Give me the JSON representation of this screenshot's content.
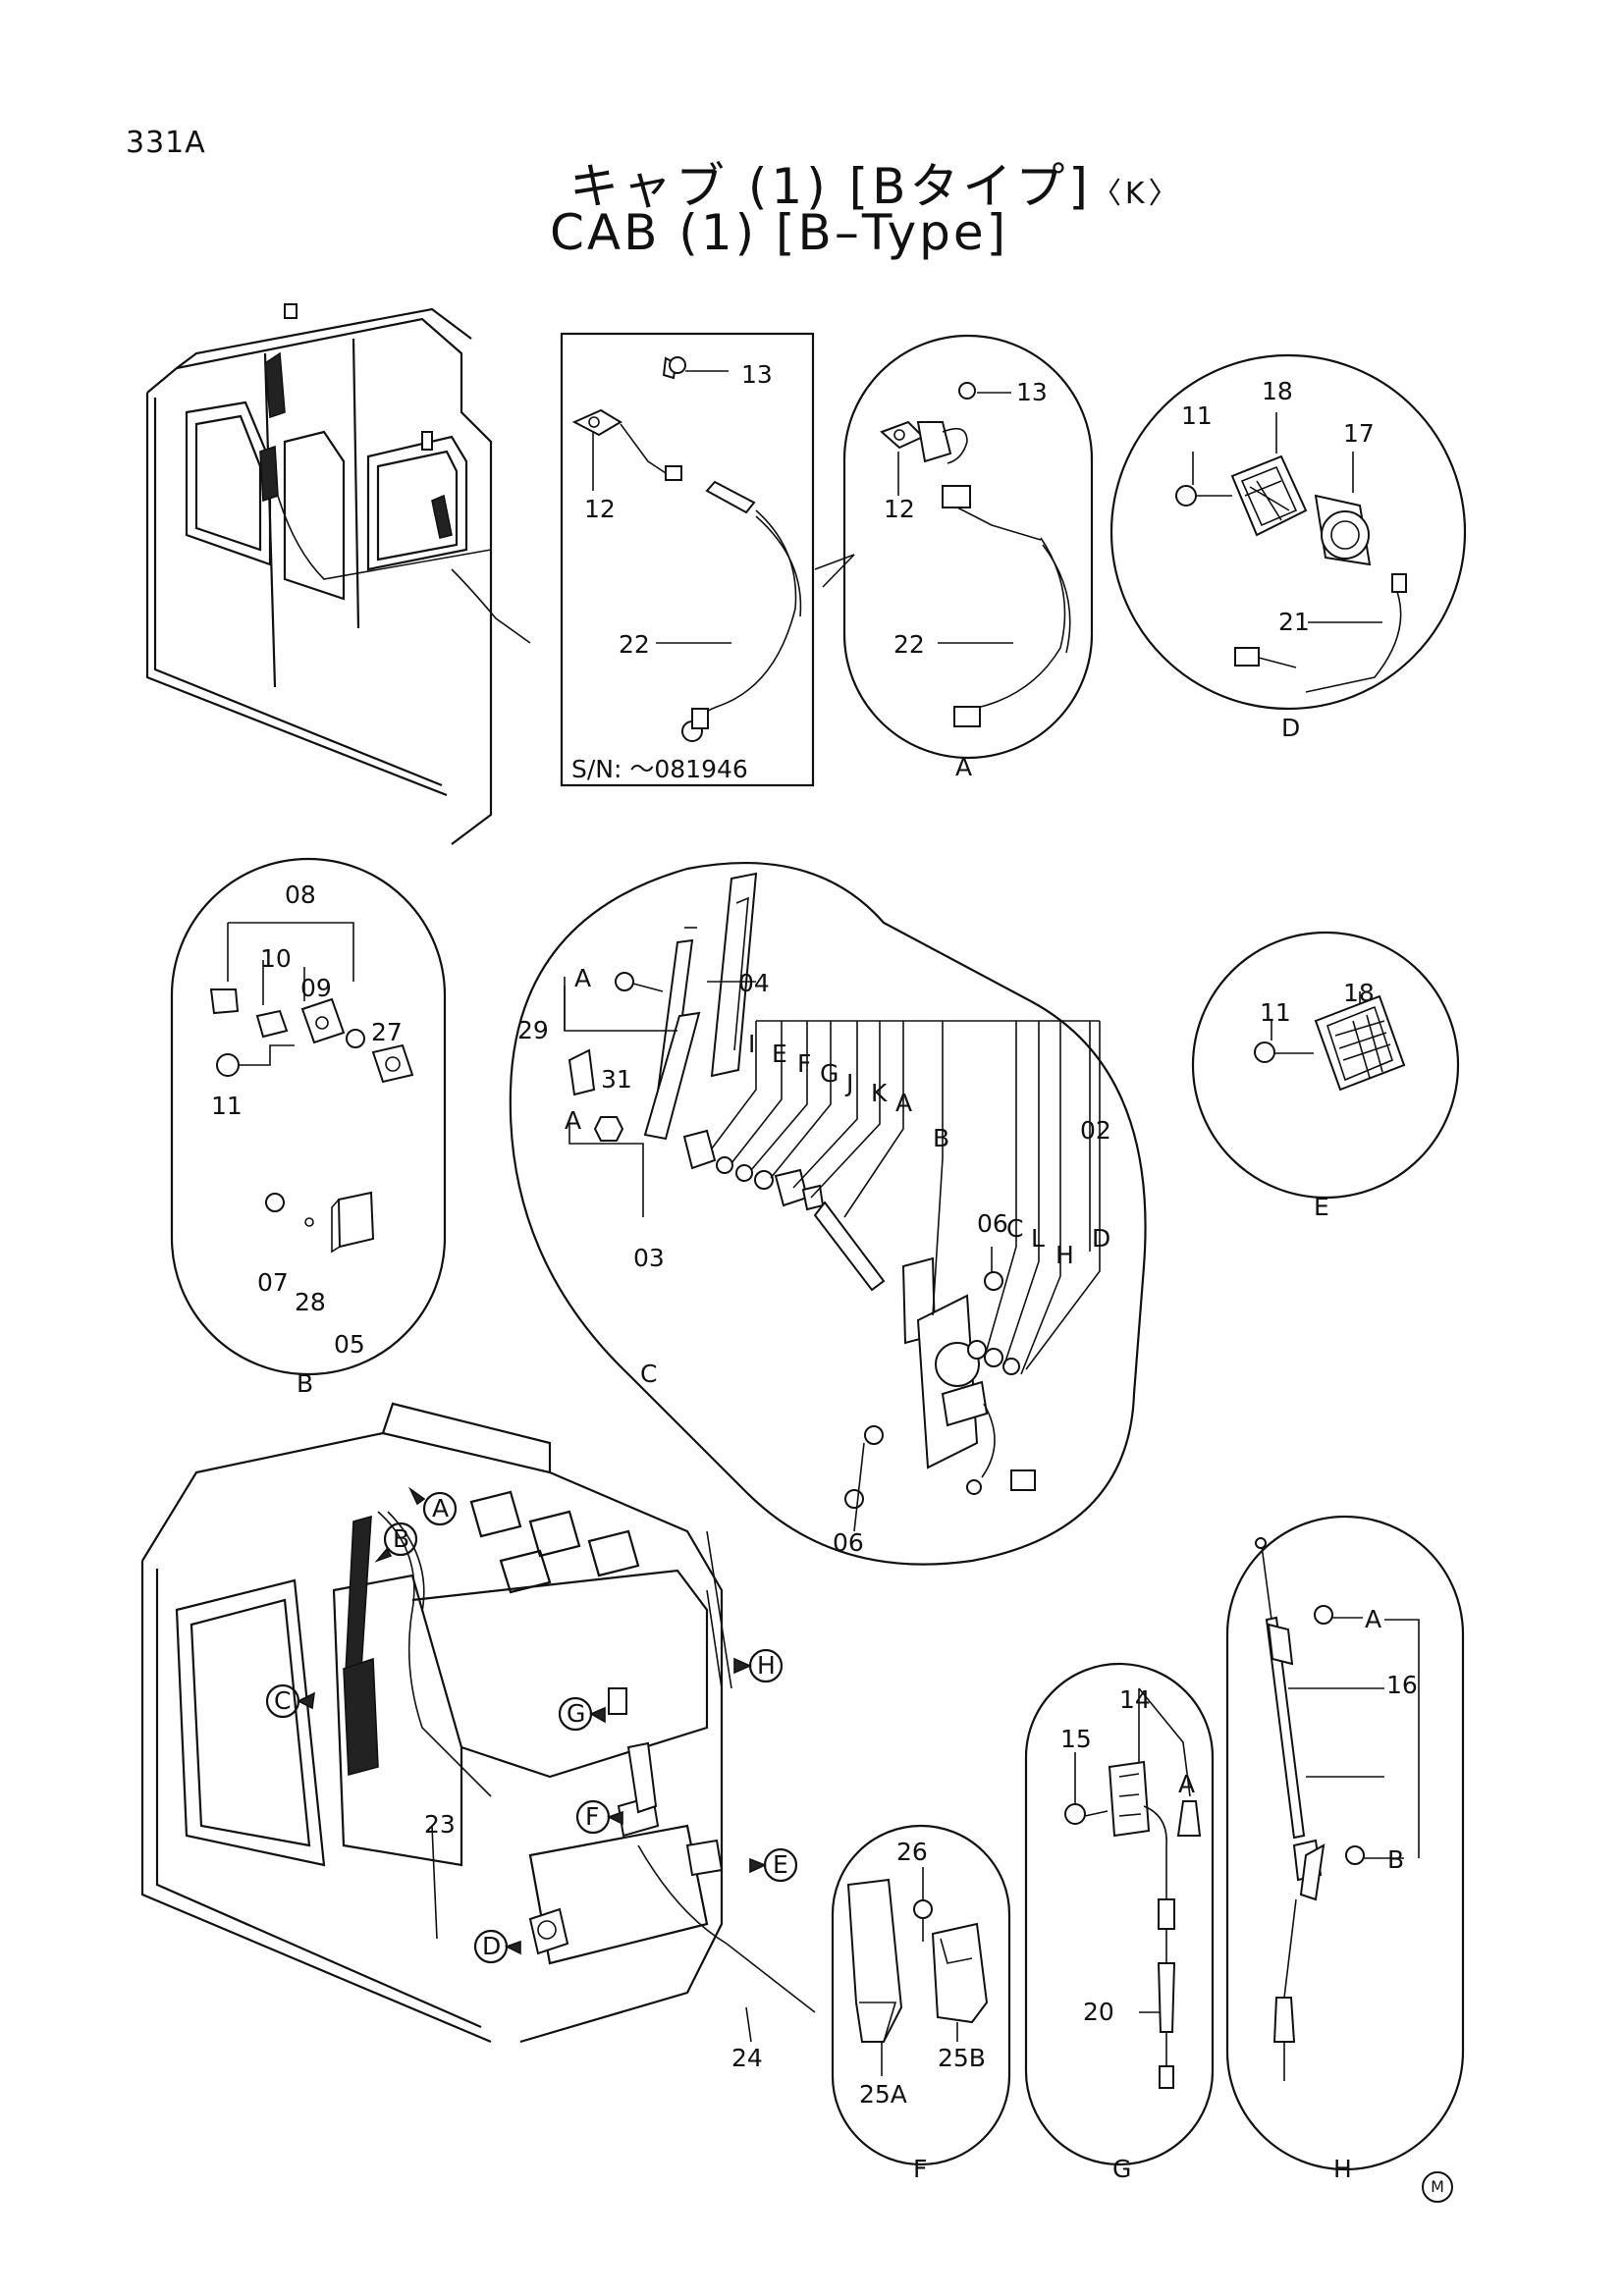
{
  "page": {
    "number": "331A",
    "title_jp": "キャブ (1) [Bタイプ]",
    "title_jp_suffix": "〈K〉",
    "title_en": "CAB (1) [B–Type]",
    "mark": "M"
  },
  "serial_note": "S/N: ～081946",
  "callouts": {
    "A": "A",
    "B": "B",
    "C": "C",
    "D": "D",
    "E": "E",
    "F": "F",
    "G": "G",
    "H": "H",
    "I": "I",
    "J": "J",
    "K": "K",
    "L": "L"
  },
  "part_numbers": {
    "p02": "02",
    "p03": "03",
    "p04": "04",
    "p05": "05",
    "p06": "06",
    "p07": "07",
    "p08": "08",
    "p09": "09",
    "p10": "10",
    "p11": "11",
    "p12": "12",
    "p13": "13",
    "p14": "14",
    "p15": "15",
    "p16": "16",
    "p17": "17",
    "p18": "18",
    "p20": "20",
    "p21": "21",
    "p22": "22",
    "p23": "23",
    "p24": "24",
    "p25A": "25A",
    "p25B": "25B",
    "p26": "26",
    "p27": "27",
    "p28": "28",
    "p29": "29",
    "p31": "31"
  }
}
